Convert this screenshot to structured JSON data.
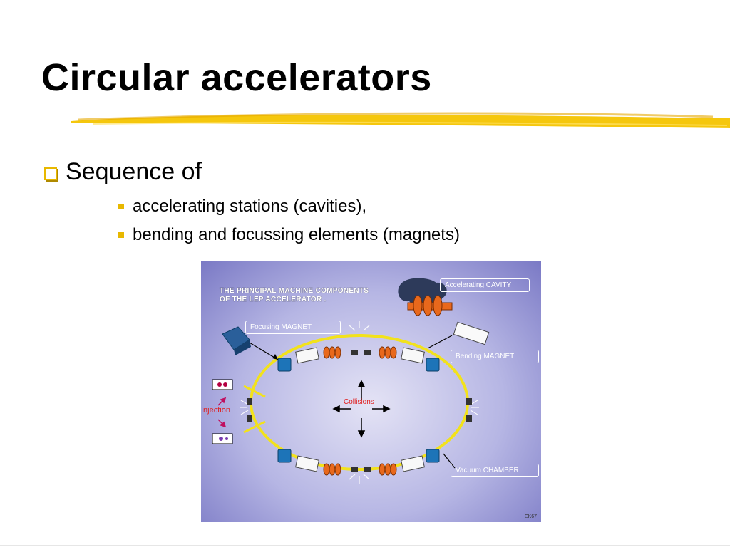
{
  "slide": {
    "title": "Circular accelerators",
    "bullet": "Sequence of",
    "sub_bullets": [
      "accelerating stations (cavities),",
      "bending and focussing elements (magnets)"
    ]
  },
  "diagram": {
    "title_line1": "THE PRINCIPAL MACHINE COMPONENTS",
    "title_line2": "OF THE LEP ACCELERATOR .",
    "labels": {
      "cavity": "Accelerating CAVITY",
      "focusing": "Focusing MAGNET",
      "bending": "Bending MAGNET",
      "vacuum": "Vacuum CHAMBER",
      "collisions": "Collisions",
      "injection": "Injection",
      "code": "EK67"
    }
  },
  "colors": {
    "underline": "#f4c400",
    "bullet": "#e8b800",
    "ring": "#f2e21c",
    "quad": "#1d74b8",
    "cavity": "#e8681c",
    "label": "#e02020"
  }
}
